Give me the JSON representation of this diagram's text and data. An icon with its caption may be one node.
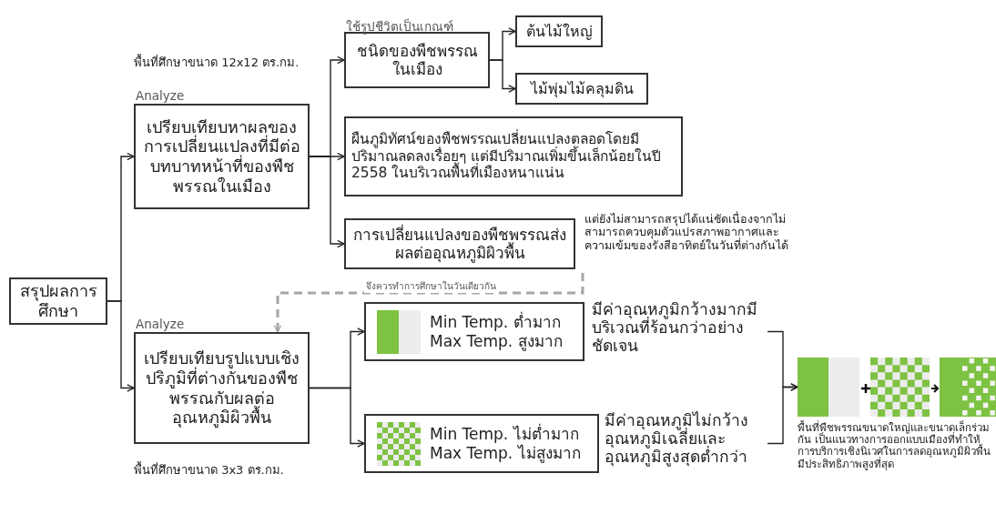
{
  "diagram": {
    "nodes": [
      {
        "text": [
          "สรุปผลการศึกษา"
        ]
      },
      {
        "text": [
          "Analyze",
          "เปรียบเทียบหาผลของการเปลี่ยนแปลงที่มีต่อบทบาทหน้าที่ของพืชพรรณในเมือง"
        ],
        "beside": [
          "พื้นที่ศึกษาขนาด 12x12 ตร.กม."
        ]
      },
      {
        "text": [
          "ใช้รูปชีวิตเป็นเกณฑ์",
          "ชนิดของพืชพรรณในเมือง"
        ]
      },
      {
        "text": [
          "ต้นไม้ใหญ่"
        ]
      },
      {
        "text": [
          "ไม้พุ่มไม้คลุมดิน"
        ]
      },
      {
        "text": [
          "ผืนภูมิทัศน์ของพืชพรรณเปลี่ยนแปลงตลอดโดยมีปริมาณลดลงเรื่อยๆ แต่มีปริมาณเพิ่มขึ้นเล็กน้อยในปี 2558 ในบริเวณพื้นที่เมืองหนาแน่น"
        ]
      },
      {
        "text": [
          "การเปลี่ยนแปลงของพืชพรรณส่งผลต่ออุณหภูมิผิวพื้น"
        ],
        "beside": [
          "แต่ยังไม่สามารถสรุปได้แน่ชัดเนื่องจากไม่สามารถควบคุมตัวแปรสภาพอากาศและความเข้มของรังสีอาทิตย์ในวันที่ต่างกันได้"
        ]
      },
      {
        "text": [
          "Analyze",
          "เปรียบเทียบรูปแบบเชิงปริภูมิที่ต่างกันของพืชพรรณกับผลต่ออุณหภูมิผิวพื้น"
        ],
        "beside": [
          "พื้นที่ศึกษาขนาด 3x3 ตร.กม."
        ]
      },
      {
        "text": [
          "Min Temp. ต่ำมาก",
          "Max Temp. สูงมาก"
        ],
        "beside": [
          "มีค่าอุณหภูมิกว้างมากมีบริเวณที่ร้อนกว่าอย่างชัดเจน"
        ]
      },
      {
        "text": [
          "Min Temp. ไม่ต่ำมาก",
          "Max Temp. ไม่สูงมาก"
        ],
        "beside": [
          "มีค่าอุณหภูมิไม่กว้างอุณหภูมิเฉลี่ยและอุณหภูมิสูงสุดต่ำกว่า"
        ]
      },
      {
        "text": [],
        "shape": "picture",
        "beside": [
          "พื้นที่พืชพรรณขนาดใหญ่และขนาดเล็กร่วมกัน เป็นแนวทางการออกแบบเมืองที่ทำให้การบริการเชิงนิเวศในการลดอุณหภูมิผิวพื้นมีประสิทธิภาพสูงที่สุด"
        ]
      }
    ],
    "edges": [
      {
        "from": 0,
        "to": 1,
        "arrow": "to"
      },
      {
        "from": 0,
        "to": 7,
        "arrow": "to"
      },
      {
        "from": 1,
        "to": 2,
        "arrow": "to"
      },
      {
        "from": 1,
        "to": 5,
        "arrow": "to"
      },
      {
        "from": 1,
        "to": 6,
        "arrow": "to"
      },
      {
        "from": 2,
        "to": 3,
        "arrow": "to"
      },
      {
        "from": 2,
        "to": 4,
        "arrow": "to"
      },
      {
        "from": 6,
        "to": 7,
        "arrow": "to",
        "label": "จึงควรทำการศึกษาในวันเดียวกัน",
        "style": "dashed",
        "color": "#a6a6a6"
      },
      {
        "from": 7,
        "to": 8,
        "arrow": "to"
      },
      {
        "from": 7,
        "to": 9,
        "arrow": "to"
      },
      {
        "from": 8,
        "to": 10,
        "arrow": "to"
      },
      {
        "from": 9,
        "to": 10,
        "arrow": "to"
      }
    ]
  }
}
